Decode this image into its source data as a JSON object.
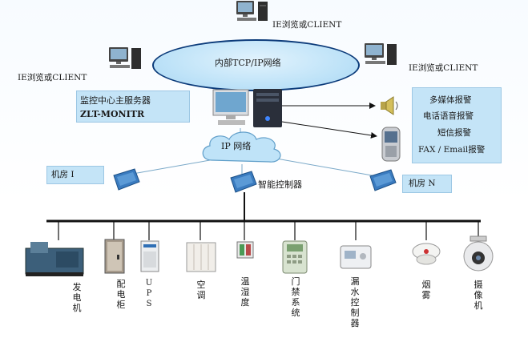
{
  "clients": {
    "top": "IE浏览或CLIENT",
    "left": "IE浏览或CLIENT",
    "right": "IE浏览或CLIENT"
  },
  "network": {
    "intranet": "内部TCP/IP网络",
    "ip": "IP 网络"
  },
  "server": {
    "line1": "监控中心主服务器",
    "line2": "ZLT-MONITR"
  },
  "alarms": [
    "多媒体报警",
    "电话语音报警",
    "短信报警",
    "FAX / Email报警"
  ],
  "controllers": {
    "left": "机房 I",
    "center": "智能控制器",
    "right": "机房 N"
  },
  "devices": [
    {
      "label": "发电机",
      "icon": "generator-icon"
    },
    {
      "label": "配电柜",
      "icon": "power-cabinet-icon"
    },
    {
      "label": "UPS",
      "icon": "ups-icon"
    },
    {
      "label": "空调",
      "icon": "air-conditioner-icon"
    },
    {
      "label": "温湿度",
      "icon": "humidity-sensor-icon"
    },
    {
      "label": "门禁系统",
      "icon": "access-control-icon"
    },
    {
      "label": "漏水控制器",
      "icon": "water-leak-icon"
    },
    {
      "label": "烟雾",
      "icon": "smoke-detector-icon"
    },
    {
      "label": "摄像机",
      "icon": "camera-icon"
    }
  ],
  "colors": {
    "network_border": "#0c3b7a",
    "panel": "#c4e4f7",
    "cloud": "#bfe3f8"
  }
}
